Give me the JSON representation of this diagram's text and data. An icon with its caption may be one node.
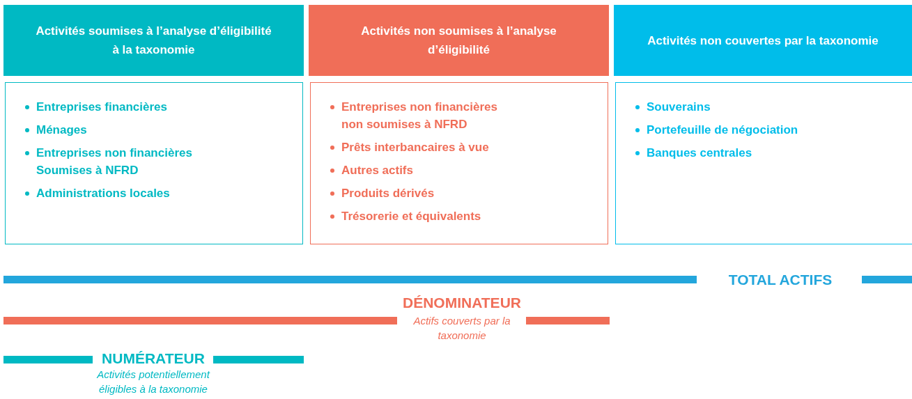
{
  "diagram": {
    "nodes": [
      {
        "text": [
          "Activités soumises à l’analyse d’éligibilité à la taxonomie"
        ]
      },
      {
        "text": [
          "Entreprises financières",
          "Ménages",
          "Entreprises non financières Soumises à NFRD",
          "Administrations locales"
        ]
      },
      {
        "text": [
          "Activités non soumises à l’analyse d’éligibilité"
        ]
      },
      {
        "text": [
          "Entreprises non financières non soumises à NFRD",
          "Prêts interbancaires à vue",
          "Autres actifs",
          "Produits dérivés",
          "Trésorerie et équivalents"
        ]
      },
      {
        "text": [
          "Activités non couvertes par la taxonomie"
        ]
      },
      {
        "text": [
          "Souverains",
          "Portefeuille de négociation",
          "Banques centrales"
        ]
      },
      {
        "text": [
          "TOTAL ACTIFS"
        ]
      },
      {
        "text": [
          "DÉNOMINATEUR",
          "Actifs couverts par la taxonomie"
        ]
      },
      {
        "text": [
          "NUMÉRATEUR",
          "Activités potentiellement éligibles à la taxonomie"
        ]
      }
    ],
    "edges": []
  }
}
